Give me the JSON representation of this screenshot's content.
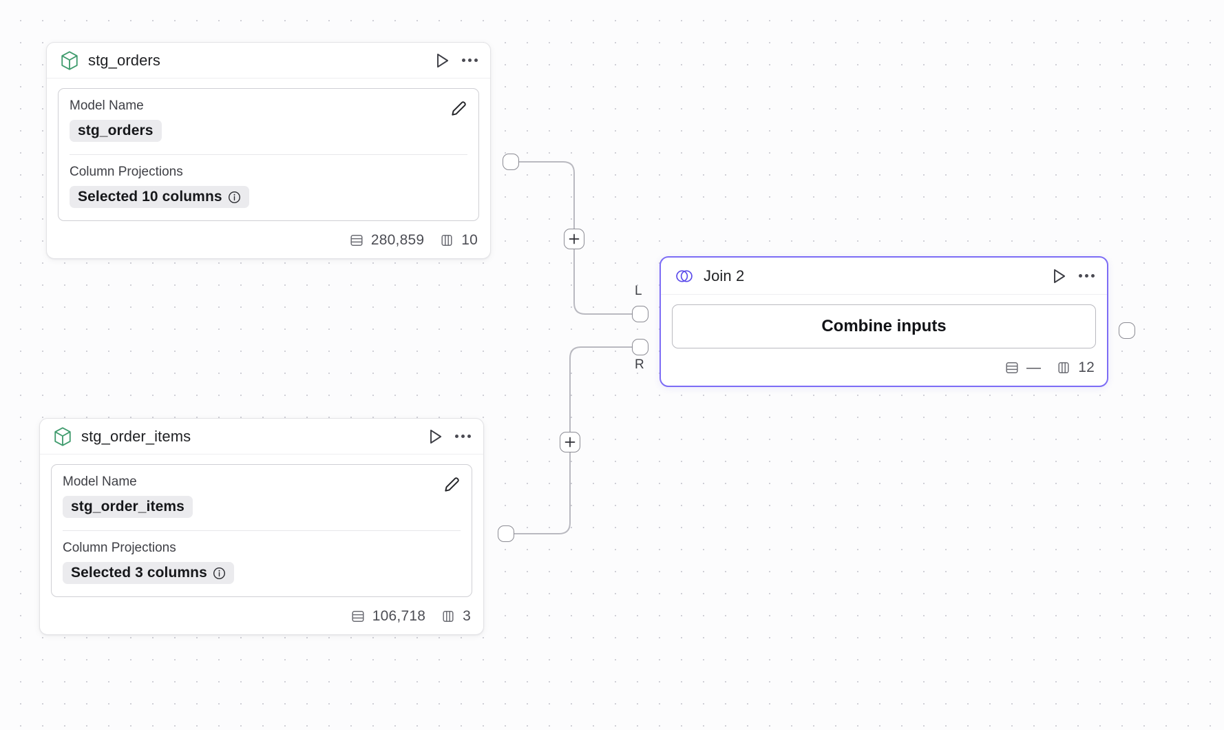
{
  "canvas": {
    "background_color": "#fcfcfd",
    "dot_color": "#cfcfd6",
    "grid_spacing": 32
  },
  "nodes": [
    {
      "id": "stg_orders",
      "type": "model",
      "icon": "cube-icon",
      "accent_color": "#3f9b6d",
      "title": "stg_orders",
      "fields": {
        "model_name_label": "Model Name",
        "model_name_value": "stg_orders",
        "column_projections_label": "Column Projections",
        "column_projections_value": "Selected 10 columns"
      },
      "footer": {
        "rows_label": "280,859",
        "columns_label": "10"
      },
      "actions": {
        "run": "run-icon",
        "more": "more-icon",
        "edit": "edit-pencil-icon",
        "info": "info-icon"
      }
    },
    {
      "id": "stg_order_items",
      "type": "model",
      "icon": "cube-icon",
      "accent_color": "#3f9b6d",
      "title": "stg_order_items",
      "fields": {
        "model_name_label": "Model Name",
        "model_name_value": "stg_order_items",
        "column_projections_label": "Column Projections",
        "column_projections_value": "Selected 3 columns"
      },
      "footer": {
        "rows_label": "106,718",
        "columns_label": "3"
      },
      "actions": {
        "run": "run-icon",
        "more": "more-icon",
        "edit": "edit-pencil-icon",
        "info": "info-icon"
      }
    },
    {
      "id": "join_2",
      "type": "join",
      "icon": "venn-icon",
      "accent_color": "#7c6cf5",
      "selected": true,
      "title": "Join 2",
      "primary_button": "Combine inputs",
      "footer": {
        "rows_label": "—",
        "columns_label": "12"
      },
      "actions": {
        "run": "run-icon",
        "more": "more-icon"
      }
    }
  ],
  "ports": {
    "left_input_label": "L",
    "right_input_label": "R"
  },
  "edges": {
    "add_node_label": "+"
  }
}
